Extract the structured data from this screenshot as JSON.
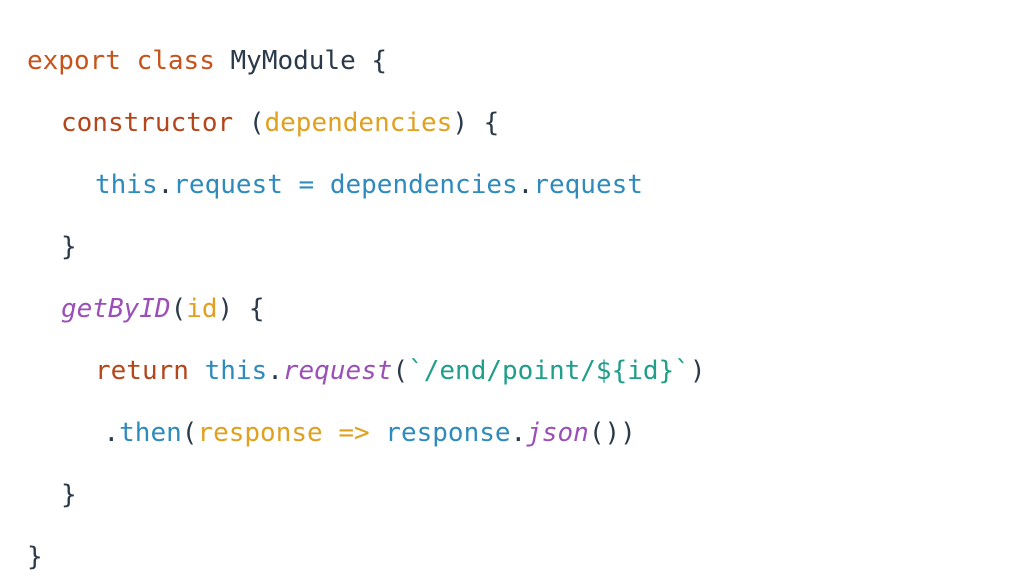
{
  "colors": {
    "keyword": "#c7531a",
    "name": "#2b3a4a",
    "plain": "#2b3a4a",
    "param": "#e0a020",
    "method": "#9b4fb8",
    "member": "#2f8bbd",
    "return": "#b5461b",
    "string": "#1f9e8a",
    "punct": "#2b3a4a"
  },
  "code": {
    "lines": [
      {
        "indent": 0,
        "tokens": [
          {
            "text": "export",
            "kind": "keyword"
          },
          {
            "text": " ",
            "kind": "plain"
          },
          {
            "text": "class",
            "kind": "keyword"
          },
          {
            "text": " MyModule {",
            "kind": "plain"
          }
        ]
      },
      {
        "indent": 1,
        "tokens": [
          {
            "text": "constructor",
            "kind": "return"
          },
          {
            "text": " (",
            "kind": "plain"
          },
          {
            "text": "dependencies",
            "kind": "param"
          },
          {
            "text": ") {",
            "kind": "plain"
          }
        ]
      },
      {
        "indent": 2,
        "tokens": [
          {
            "text": "this",
            "kind": "member"
          },
          {
            "text": ".",
            "kind": "plain"
          },
          {
            "text": "request",
            "kind": "member"
          },
          {
            "text": " = ",
            "kind": "member"
          },
          {
            "text": "dependencies",
            "kind": "member"
          },
          {
            "text": ".",
            "kind": "plain"
          },
          {
            "text": "request",
            "kind": "member"
          }
        ]
      },
      {
        "indent": 1,
        "tokens": [
          {
            "text": "}",
            "kind": "plain"
          }
        ]
      },
      {
        "indent": 1,
        "tokens": [
          {
            "text": "getByID",
            "kind": "method",
            "italic": true
          },
          {
            "text": "(",
            "kind": "plain"
          },
          {
            "text": "id",
            "kind": "param"
          },
          {
            "text": ") {",
            "kind": "plain"
          }
        ]
      },
      {
        "indent": 2,
        "tokens": [
          {
            "text": "return",
            "kind": "return"
          },
          {
            "text": " ",
            "kind": "plain"
          },
          {
            "text": "this",
            "kind": "member"
          },
          {
            "text": ".",
            "kind": "plain"
          },
          {
            "text": "request",
            "kind": "method",
            "italic": true
          },
          {
            "text": "(",
            "kind": "plain"
          },
          {
            "text": "`/end/point/${id}`",
            "kind": "string"
          },
          {
            "text": ")",
            "kind": "plain"
          }
        ]
      },
      {
        "indent": 2.25,
        "tokens": [
          {
            "text": ".",
            "kind": "plain"
          },
          {
            "text": "then",
            "kind": "member"
          },
          {
            "text": "(",
            "kind": "plain"
          },
          {
            "text": "response",
            "kind": "param"
          },
          {
            "text": " ",
            "kind": "plain"
          },
          {
            "text": "=>",
            "kind": "param"
          },
          {
            "text": " ",
            "kind": "plain"
          },
          {
            "text": "response",
            "kind": "member"
          },
          {
            "text": ".",
            "kind": "plain"
          },
          {
            "text": "json",
            "kind": "method",
            "italic": true
          },
          {
            "text": "())",
            "kind": "plain"
          }
        ]
      },
      {
        "indent": 1,
        "tokens": [
          {
            "text": "}",
            "kind": "plain"
          }
        ]
      },
      {
        "indent": 0,
        "tokens": [
          {
            "text": "}",
            "kind": "plain"
          }
        ]
      }
    ]
  }
}
